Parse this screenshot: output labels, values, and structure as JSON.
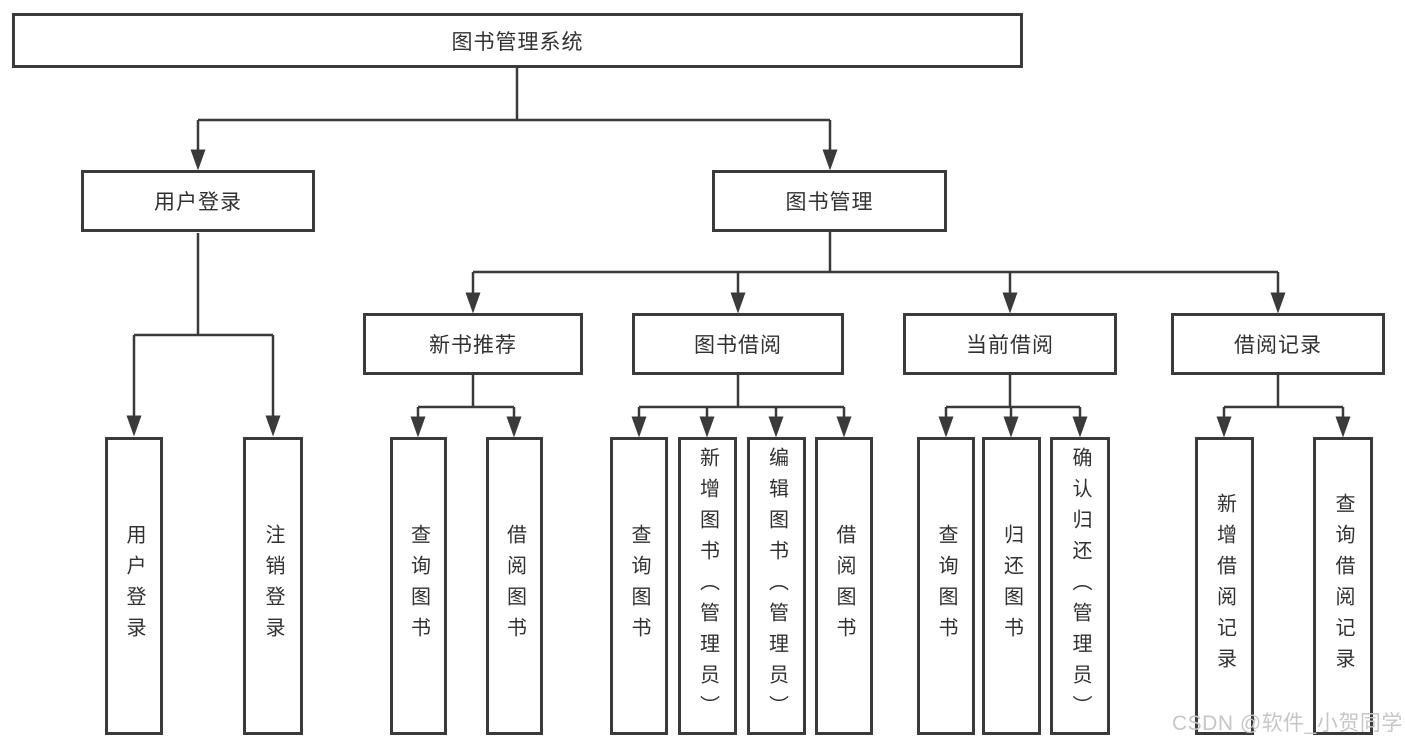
{
  "colors": {
    "line": "#3a3a3a",
    "box_border": "#3a3a3a",
    "text": "#313131",
    "watermark": "#c6c6c6",
    "background": "#ffffff"
  },
  "diagram": {
    "root": "图书管理系统",
    "children": [
      {
        "label": "用户登录",
        "children": [
          "用户登录",
          "注销登录"
        ]
      },
      {
        "label": "图书管理",
        "children": [
          {
            "label": "新书推荐",
            "children": [
              "查询图书",
              "借阅图书"
            ]
          },
          {
            "label": "图书借阅",
            "children": [
              "查询图书",
              "新增图书（管理员）",
              "编辑图书（管理员）",
              "借阅图书"
            ]
          },
          {
            "label": "当前借阅",
            "children": [
              "查询图书",
              "归还图书",
              "确认归还（管理员）"
            ]
          },
          {
            "label": "借阅记录",
            "children": [
              "新增借阅记录",
              "查询借阅记录"
            ]
          }
        ]
      }
    ]
  },
  "watermark": {
    "text": "CSDN @软件_小贺同学"
  }
}
